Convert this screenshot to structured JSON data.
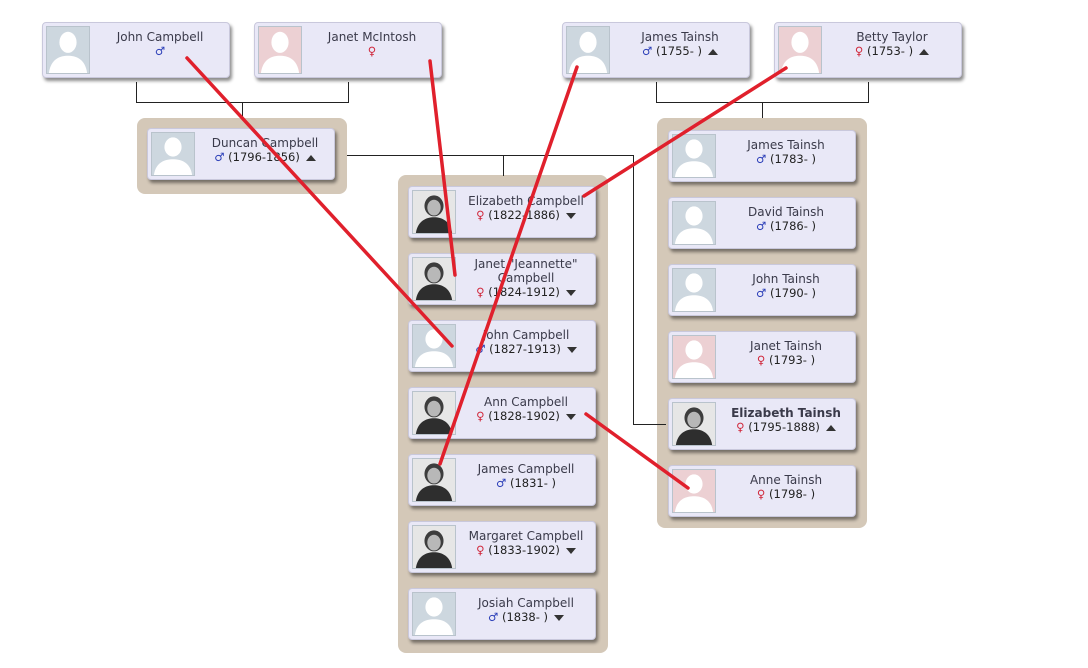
{
  "grandparents": [
    {
      "name": "John Campbell",
      "gender": "male",
      "symbol": "♂",
      "dates": "",
      "arrow": ""
    },
    {
      "name": "Janet McIntosh",
      "gender": "female",
      "symbol": "♀",
      "dates": "",
      "arrow": ""
    },
    {
      "name": "James Tainsh",
      "gender": "male",
      "symbol": "♂",
      "dates": "(1755- )",
      "arrow": "up"
    },
    {
      "name": "Betty Taylor",
      "gender": "female",
      "symbol": "♀",
      "dates": "(1753- )",
      "arrow": "up"
    }
  ],
  "father": {
    "name": "Duncan Campbell",
    "gender": "male",
    "symbol": "♂",
    "dates": "(1796-1856)",
    "arrow": "up"
  },
  "children": [
    {
      "name": "Elizabeth Campbell",
      "gender": "female",
      "symbol": "♀",
      "dates": "(1822-1886)",
      "arrow": "down",
      "photo": "portrait-woman"
    },
    {
      "name": "Janet \"Jeannette\" Campbell",
      "gender": "female",
      "symbol": "♀",
      "dates": "(1824-1912)",
      "arrow": "down",
      "photo": "portrait-woman"
    },
    {
      "name": "John Campbell",
      "gender": "male",
      "symbol": "♂",
      "dates": "(1827-1913)",
      "arrow": "down",
      "photo": ""
    },
    {
      "name": "Ann Campbell",
      "gender": "female",
      "symbol": "♀",
      "dates": "(1828-1902)",
      "arrow": "down",
      "photo": "portrait-woman"
    },
    {
      "name": "James Campbell",
      "gender": "male",
      "symbol": "♂",
      "dates": "(1831- )",
      "arrow": "",
      "photo": "portrait-soldier"
    },
    {
      "name": "Margaret Campbell",
      "gender": "female",
      "symbol": "♀",
      "dates": "(1833-1902)",
      "arrow": "down",
      "photo": "portrait-woman"
    },
    {
      "name": "Josiah Campbell",
      "gender": "male",
      "symbol": "♂",
      "dates": "(1838- )",
      "arrow": "down",
      "photo": ""
    }
  ],
  "mother_siblings": [
    {
      "name": "James Tainsh",
      "gender": "male",
      "symbol": "♂",
      "dates": "(1783- )",
      "arrow": "",
      "photo": ""
    },
    {
      "name": "David Tainsh",
      "gender": "male",
      "symbol": "♂",
      "dates": "(1786- )",
      "arrow": "",
      "photo": ""
    },
    {
      "name": "John Tainsh",
      "gender": "male",
      "symbol": "♂",
      "dates": "(1790- )",
      "arrow": "",
      "photo": ""
    },
    {
      "name": "Janet Tainsh",
      "gender": "female",
      "symbol": "♀",
      "dates": "(1793- )",
      "arrow": "",
      "photo": ""
    },
    {
      "name": "Elizabeth Tainsh",
      "gender": "female",
      "symbol": "♀",
      "dates": "(1795-1888)",
      "arrow": "up",
      "photo": "portrait-woman",
      "bold": true
    },
    {
      "name": "Anne Tainsh",
      "gender": "female",
      "symbol": "♀",
      "dates": "(1798- )",
      "arrow": "",
      "photo": ""
    }
  ],
  "colors": {
    "annotation_red": "#e0202c",
    "male_symbol": "#2c3fb8",
    "female_symbol": "#d0263a",
    "card_bg": "#e9e8f7",
    "group_bg": "#d4c8b8"
  }
}
